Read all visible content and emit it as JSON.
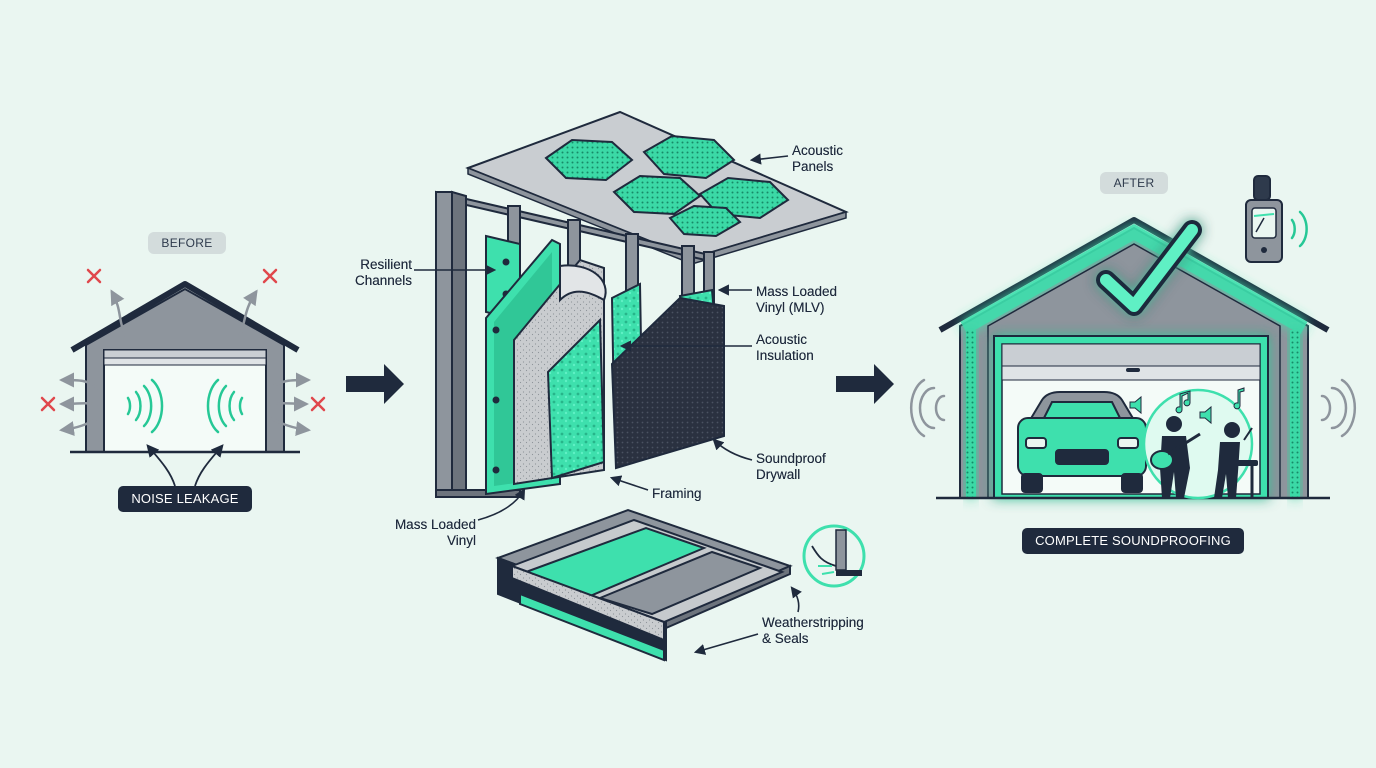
{
  "before": {
    "tag": "BEFORE",
    "caption": "NOISE LEAKAGE"
  },
  "after": {
    "tag": "AFTER",
    "caption": "COMPLETE SOUNDPROOFING"
  },
  "callouts": {
    "acoustic_panels": "Acoustic\nPanels",
    "resilient_channels": "Resilient\nChannels",
    "mlv_wall": "Mass Loaded\nVinyl (MLV)",
    "acoustic_insulation": "Acoustic\nInsulation",
    "soundproof_drywall": "Soundproof\nDrywall",
    "framing": "Framing",
    "mlv_floor": "Mass Loaded\nVinyl",
    "weatherstripping": "Weatherstripping\n& Seals"
  },
  "colors": {
    "background": "#eaf6f1",
    "accent": "#3ee0ad",
    "outline": "#1f2a3d",
    "grey": "#8e959d",
    "leak_x": "#e0474c"
  },
  "icons": [
    "arrow-right-icon",
    "checkmark-icon",
    "sound-meter-icon",
    "music-note-icon",
    "speaker-icon",
    "sound-wave-icon",
    "x-mark-icon",
    "car-icon",
    "guitar-player-icon"
  ]
}
